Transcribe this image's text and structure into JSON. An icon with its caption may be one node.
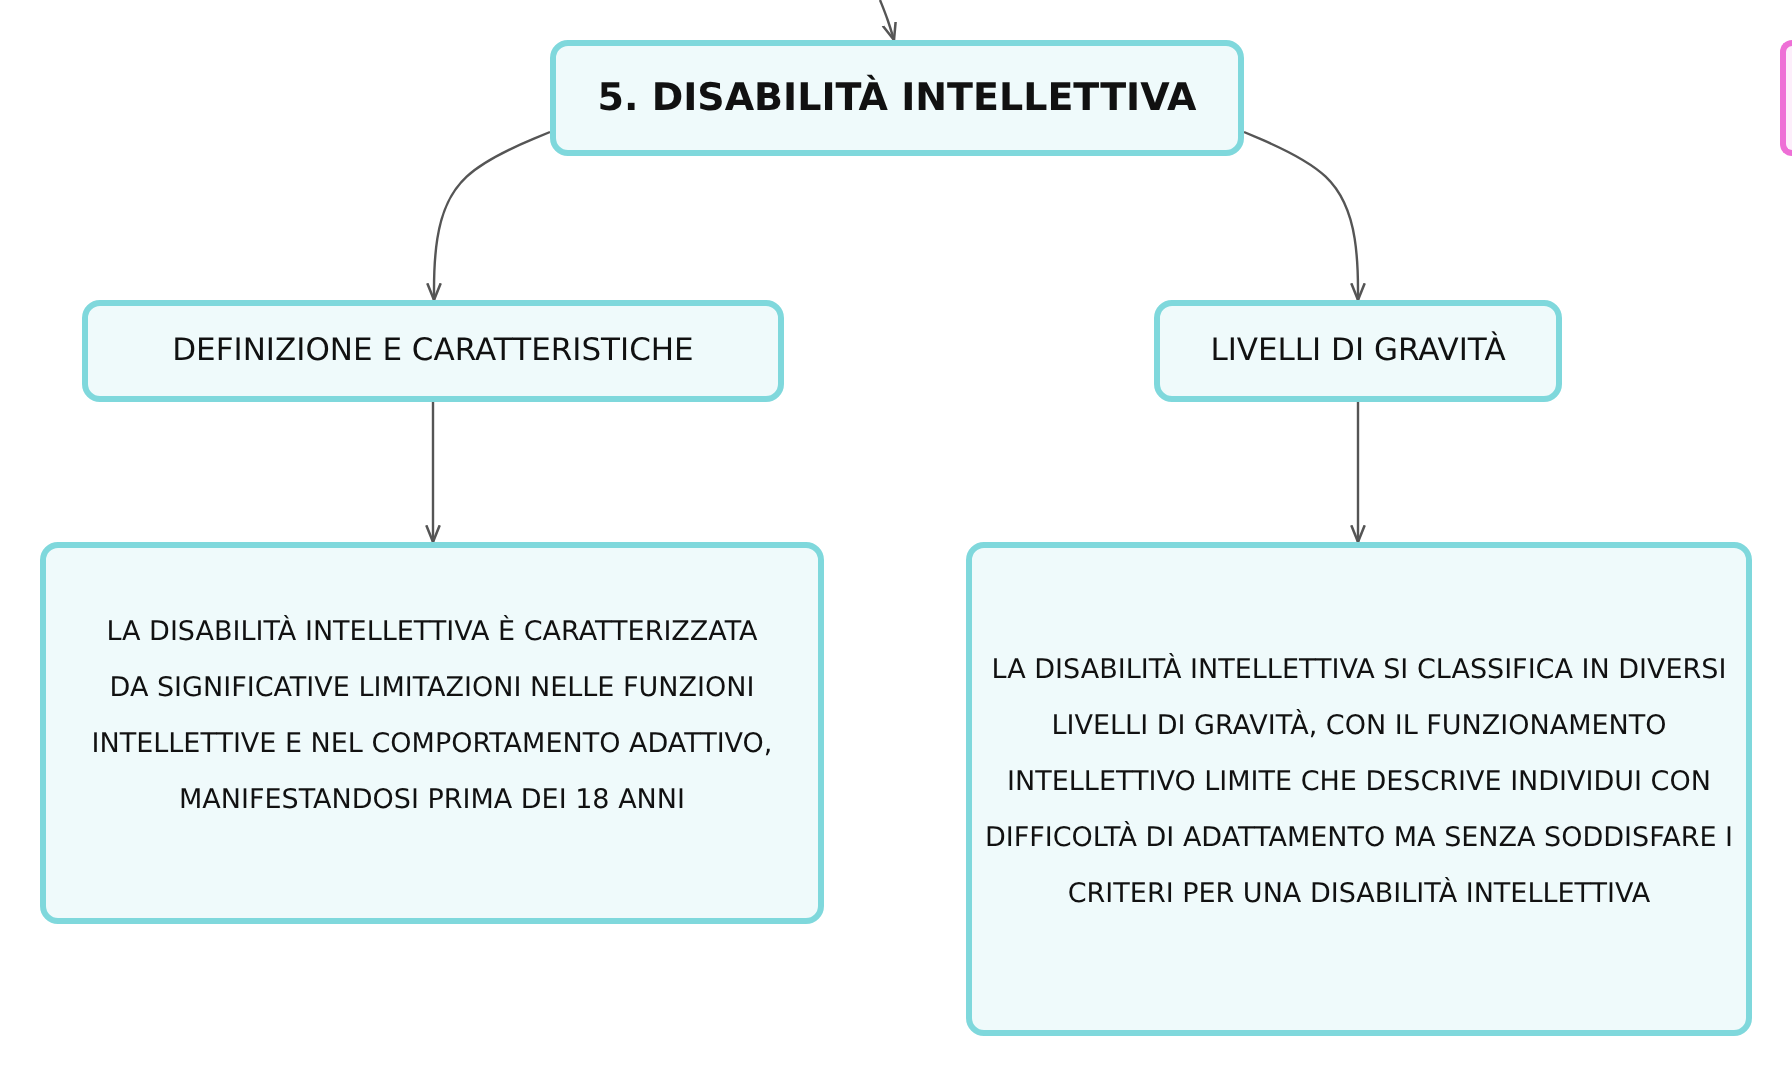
{
  "diagram": {
    "nodes": [
      {
        "text": [
          "5. DISABILITÀ INTELLETTIVA"
        ]
      },
      {
        "text": [
          "DEFINIZIONE E CARATTERISTICHE"
        ]
      },
      {
        "text": [
          "LIVELLI DI GRAVITÀ"
        ]
      },
      {
        "text": [
          "LA DISABILITÀ INTELLETTIVA È CARATTERIZZATA DA SIGNIFICATIVE LIMITAZIONI NELLE FUNZIONI INTELLETTIVE E NEL COMPORTAMENTO ADATTIVO, MANIFESTANDOSI PRIMA DEI 18 ANNI"
        ]
      },
      {
        "text": [
          "LA DISABILITÀ INTELLETTIVA SI CLASSIFICA IN DIVERSI LIVELLI DI GRAVITÀ, CON IL FUNZIONAMENTO INTELLETTIVO LIMITE CHE DESCRIVE INDIVIDUI CON DIFFICOLTÀ DI ADATTAMENTO MA SENZA SODDISFARE I CRITERI PER UNA DISABILITÀ INTELLETTIVA"
        ]
      },
      {
        "text": [],
        "shape": "box"
      }
    ],
    "edges": [
      {
        "from": null,
        "to": 0,
        "arrow": "to"
      },
      {
        "from": 0,
        "to": 1,
        "arrow": "to"
      },
      {
        "from": 0,
        "to": 2,
        "arrow": "to"
      },
      {
        "from": 1,
        "to": 3,
        "arrow": "to"
      },
      {
        "from": 2,
        "to": 4,
        "arrow": "to"
      }
    ]
  }
}
